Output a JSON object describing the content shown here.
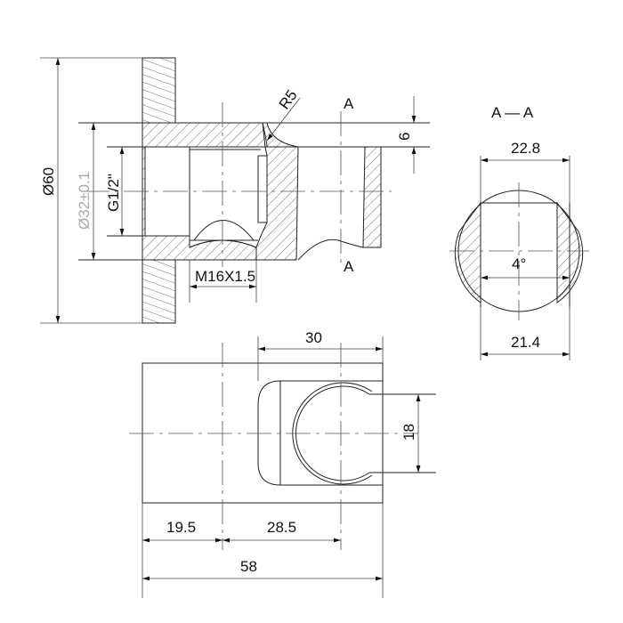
{
  "title": "Shower wall outlet with holder – technical drawing",
  "section_label": "A — A",
  "section_marker": "A",
  "dimensions": {
    "wall_diameter": "Ø60",
    "bore_diameter": "Ø32±0.1",
    "thread": "G1/2\"",
    "radius": "R5",
    "depth": "6",
    "outlet_thread": "M16X1.5",
    "section_top_width": "22.8",
    "angle": "4°",
    "section_bottom_width": "21.4",
    "holder_width": "30",
    "arm_height": "18",
    "offset_1": "19.5",
    "offset_2": "28.5",
    "overall_length": "58"
  }
}
